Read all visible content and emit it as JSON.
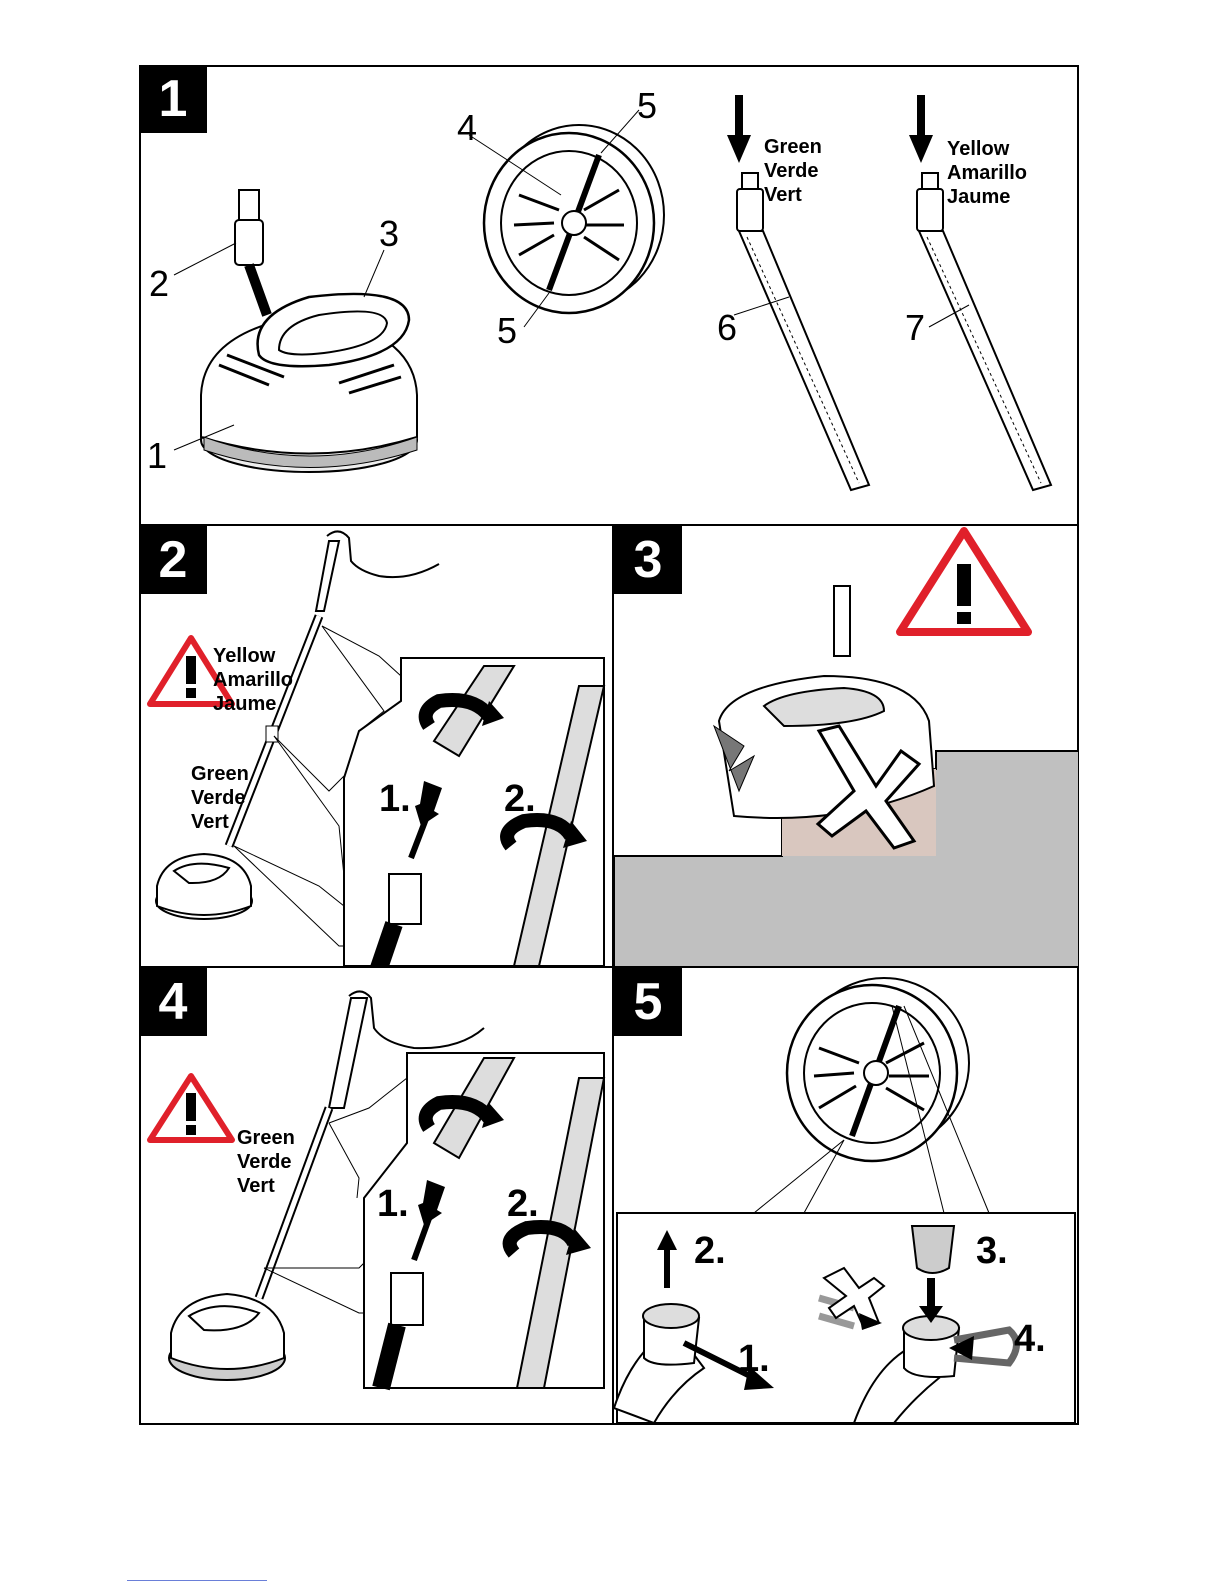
{
  "panels": {
    "p1": {
      "number": "1",
      "callouts": {
        "c1": "1",
        "c2": "2",
        "c3": "3",
        "c4": "4",
        "c5a": "5",
        "c5b": "5",
        "c6": "6",
        "c7": "7"
      },
      "green_label": [
        "Green",
        "Verde",
        "Vert"
      ],
      "yellow_label": [
        "Yellow",
        "Amarillo",
        "Jaume"
      ]
    },
    "p2": {
      "number": "2",
      "yellow_label": [
        "Yellow",
        "Amarillo",
        "Jaume"
      ],
      "green_label": [
        "Green",
        "Verde",
        "Vert"
      ],
      "steps": [
        "1.",
        "2."
      ]
    },
    "p3": {
      "number": "3"
    },
    "p4": {
      "number": "4",
      "green_label": [
        "Green",
        "Verde",
        "Vert"
      ],
      "steps": [
        "1.",
        "2."
      ]
    },
    "p5": {
      "number": "5",
      "steps": [
        "2.",
        "1.",
        "3.",
        "4."
      ]
    }
  },
  "colors": {
    "warning_red": "#e0202a",
    "ground_grey": "#c0c0c0",
    "step_brown": "#d9c7bf"
  }
}
